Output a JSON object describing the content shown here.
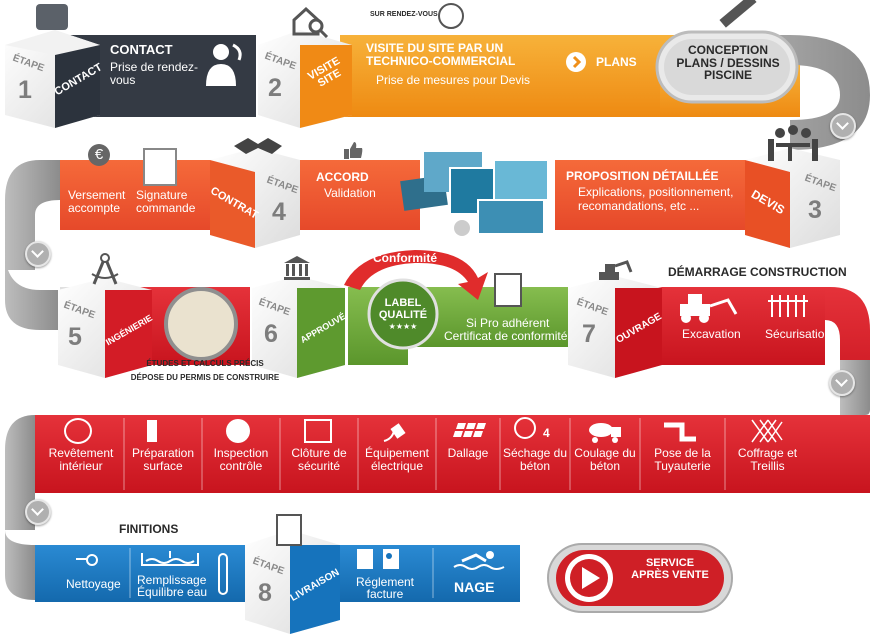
{
  "colors": {
    "dark": "#343a44",
    "orange": "#f39a1e",
    "red_orange": "#ef5a2e",
    "green": "#6da83a",
    "red": "#d8202a",
    "blue": "#1877c1",
    "gray": "#9a9a9a"
  },
  "top_note": "SUR RENDEZ-VOUS",
  "steps": [
    {
      "word": "ÉTAPE",
      "num": "1",
      "side": "CONTACT"
    },
    {
      "word": "ÉTAPE",
      "num": "2",
      "side": "VISITE SITE"
    },
    {
      "word": "ÉTAPE",
      "num": "3",
      "side": "DEVIS"
    },
    {
      "word": "ÉTAPE",
      "num": "4",
      "side": "CONTRAT"
    },
    {
      "word": "ÉTAPE",
      "num": "5",
      "side": "INGÉNIERIE"
    },
    {
      "word": "ÉTAPE",
      "num": "6",
      "side": "APPROUVÉ"
    },
    {
      "word": "ÉTAPE",
      "num": "7",
      "side": "OUVRAGE"
    },
    {
      "word": "ÉTAPE",
      "num": "8",
      "side": "LIVRAISON"
    }
  ],
  "row1": {
    "contact_title": "CONTACT",
    "contact_sub": "Prise de rendez-vous",
    "visite_title": "VISITE DU SITE PAR UN TECHNICO-COMMERCIAL",
    "visite_sub": "Prise de mesures pour Devis",
    "plans": "PLANS",
    "conception": "CONCEPTION PLANS / DESSINS PISCINE"
  },
  "row2": {
    "versement": "Versement accompte",
    "signature": "Signature commande",
    "accord_title": "ACCORD",
    "accord_sub": "Validation",
    "proposition_title": "PROPOSITION DÉTAILLÉE",
    "proposition_sub": "Explications, positionnement, recomandations, etc ..."
  },
  "row3": {
    "etudes": "ÉTUDES ET CALCULS PRÉCIS",
    "depose": "DÉPOSE DU PERMIS DE CONSTRUIRE",
    "conformite": "Conformité",
    "label": "LABEL QUALITÉ",
    "stars": "★★★★",
    "sipro": "Si Pro adhérent",
    "certificat": "Certificat de conformité",
    "demarrage": "DÉMARRAGE CONSTRUCTION",
    "excavation": "Excavation",
    "securisation": "Sécurisation"
  },
  "row4": [
    {
      "label": "Revêtement intérieur",
      "icon": "tile-ball-icon"
    },
    {
      "label": "Préparation surface",
      "icon": "spray-icon"
    },
    {
      "label": "Inspection contrôle",
      "icon": "inspector-icon"
    },
    {
      "label": "Clôture de sécurité",
      "icon": "fence-icon"
    },
    {
      "label": "Équipement électrique",
      "icon": "plug-icon"
    },
    {
      "label": "Dallage",
      "icon": "tiles-icon"
    },
    {
      "label": "Séchage du béton",
      "icon": "clock-icon",
      "badge": "4"
    },
    {
      "label": "Coulage du béton",
      "icon": "mixer-truck-icon"
    },
    {
      "label": "Pose de la Tuyauterie",
      "icon": "pipe-icon"
    },
    {
      "label": "Coffrage et Treillis",
      "icon": "mesh-icon"
    }
  ],
  "row5": {
    "finitions": "FINITIONS",
    "nettoyage": "Nettoyage",
    "remplissage": "Remplissage Équilibre eau",
    "reglement": "Réglement facture",
    "nage": "NAGE",
    "service": "SERVICE APRÈS VENTE"
  }
}
